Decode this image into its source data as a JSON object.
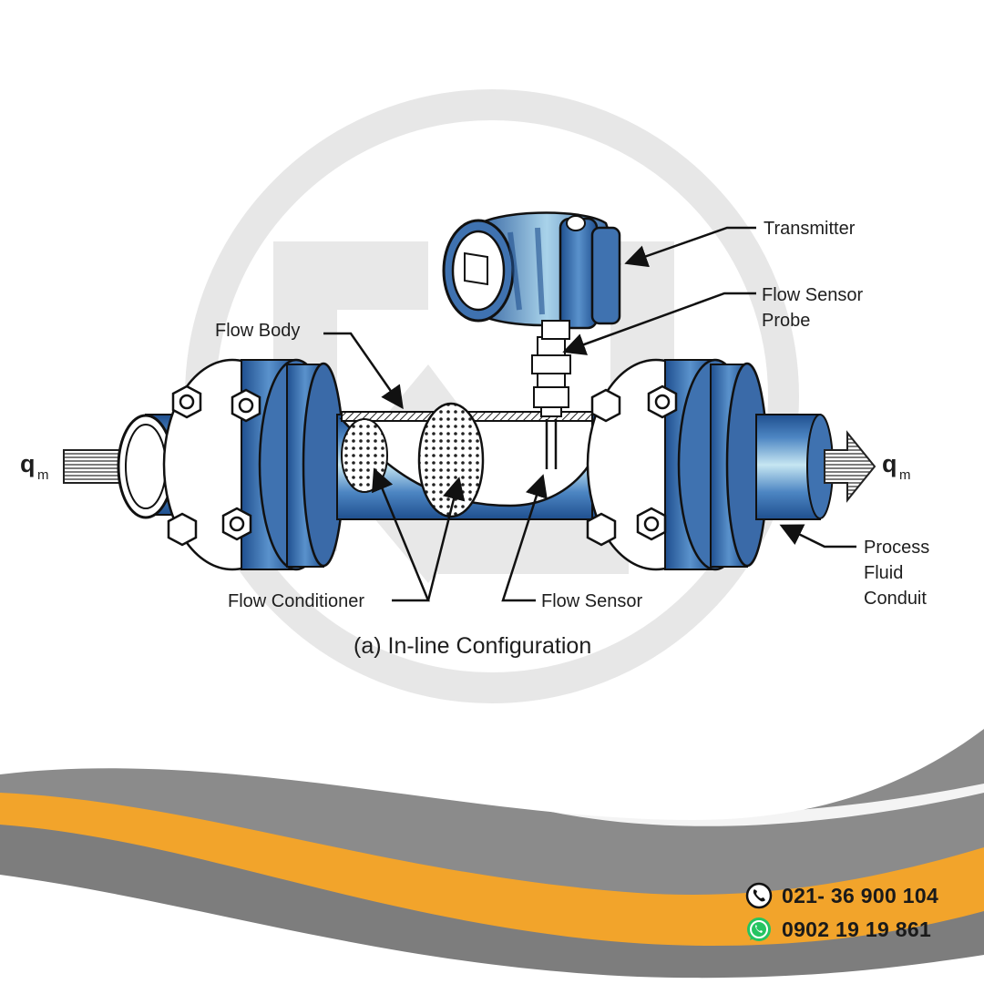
{
  "diagram": {
    "labels": {
      "transmitter": "Transmitter",
      "flow_sensor_probe_line1": "Flow Sensor",
      "flow_sensor_probe_line2": "Probe",
      "flow_body": "Flow Body",
      "process_line1": "Process",
      "process_line2": "Fluid",
      "process_line3": "Conduit",
      "flow_conditioner": "Flow Conditioner",
      "flow_sensor": "Flow Sensor",
      "caption": "(a) In-line Configuration",
      "qm_in": "q",
      "qm_in_sub": "m",
      "qm_out": "q",
      "qm_out_sub": "m"
    },
    "colors": {
      "pipe_blue": "#3f72b0",
      "pipe_light": "#bfe1ee",
      "swoosh_gray": "#8a8a8a",
      "swoosh_orange": "#f2a42b",
      "watermark": "#e6e6e6"
    }
  },
  "contacts": {
    "phone": "021- 36 900 104",
    "whatsapp": "0902 19 19 861",
    "phone_icon": "phone-icon",
    "whatsapp_icon": "whatsapp-icon"
  }
}
